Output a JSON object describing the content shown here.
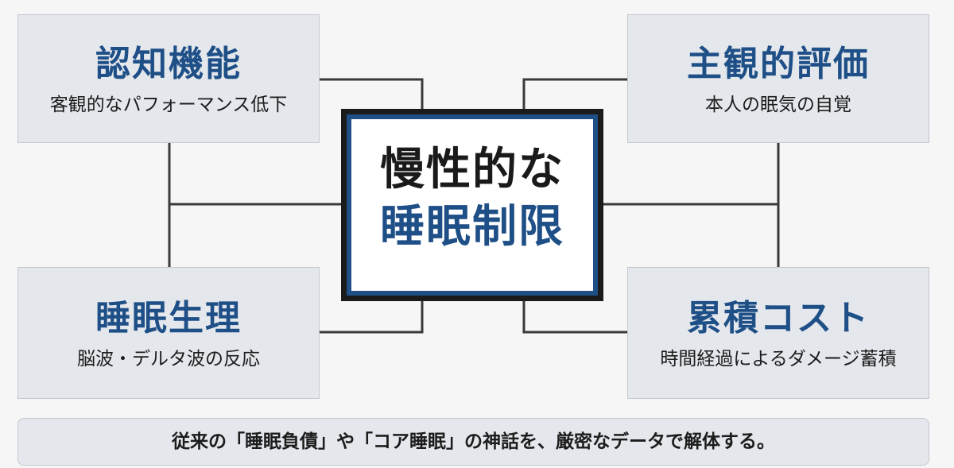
{
  "center": {
    "line1": "慢性的な",
    "line2": "睡眠制限"
  },
  "boxes": {
    "top_left": {
      "title": "認知機能",
      "subtitle": "客観的なパフォーマンス低下"
    },
    "top_right": {
      "title": "主観的評価",
      "subtitle": "本人の眠気の自覚"
    },
    "bottom_left": {
      "title": "睡眠生理",
      "subtitle": "脳波・デルタ波の反応"
    },
    "bottom_right": {
      "title": "累積コスト",
      "subtitle": "時間経過によるダメージ蓄積"
    }
  },
  "footer": {
    "text": "従来の「睡眠負債」や「コア睡眠」の神話を、厳密なデータで解体する。"
  },
  "colors": {
    "accent_blue": "#1e4f87",
    "box_fill": "#e4e7ec",
    "connector": "#3a3a3a",
    "center_border": "#1b1b1b"
  }
}
